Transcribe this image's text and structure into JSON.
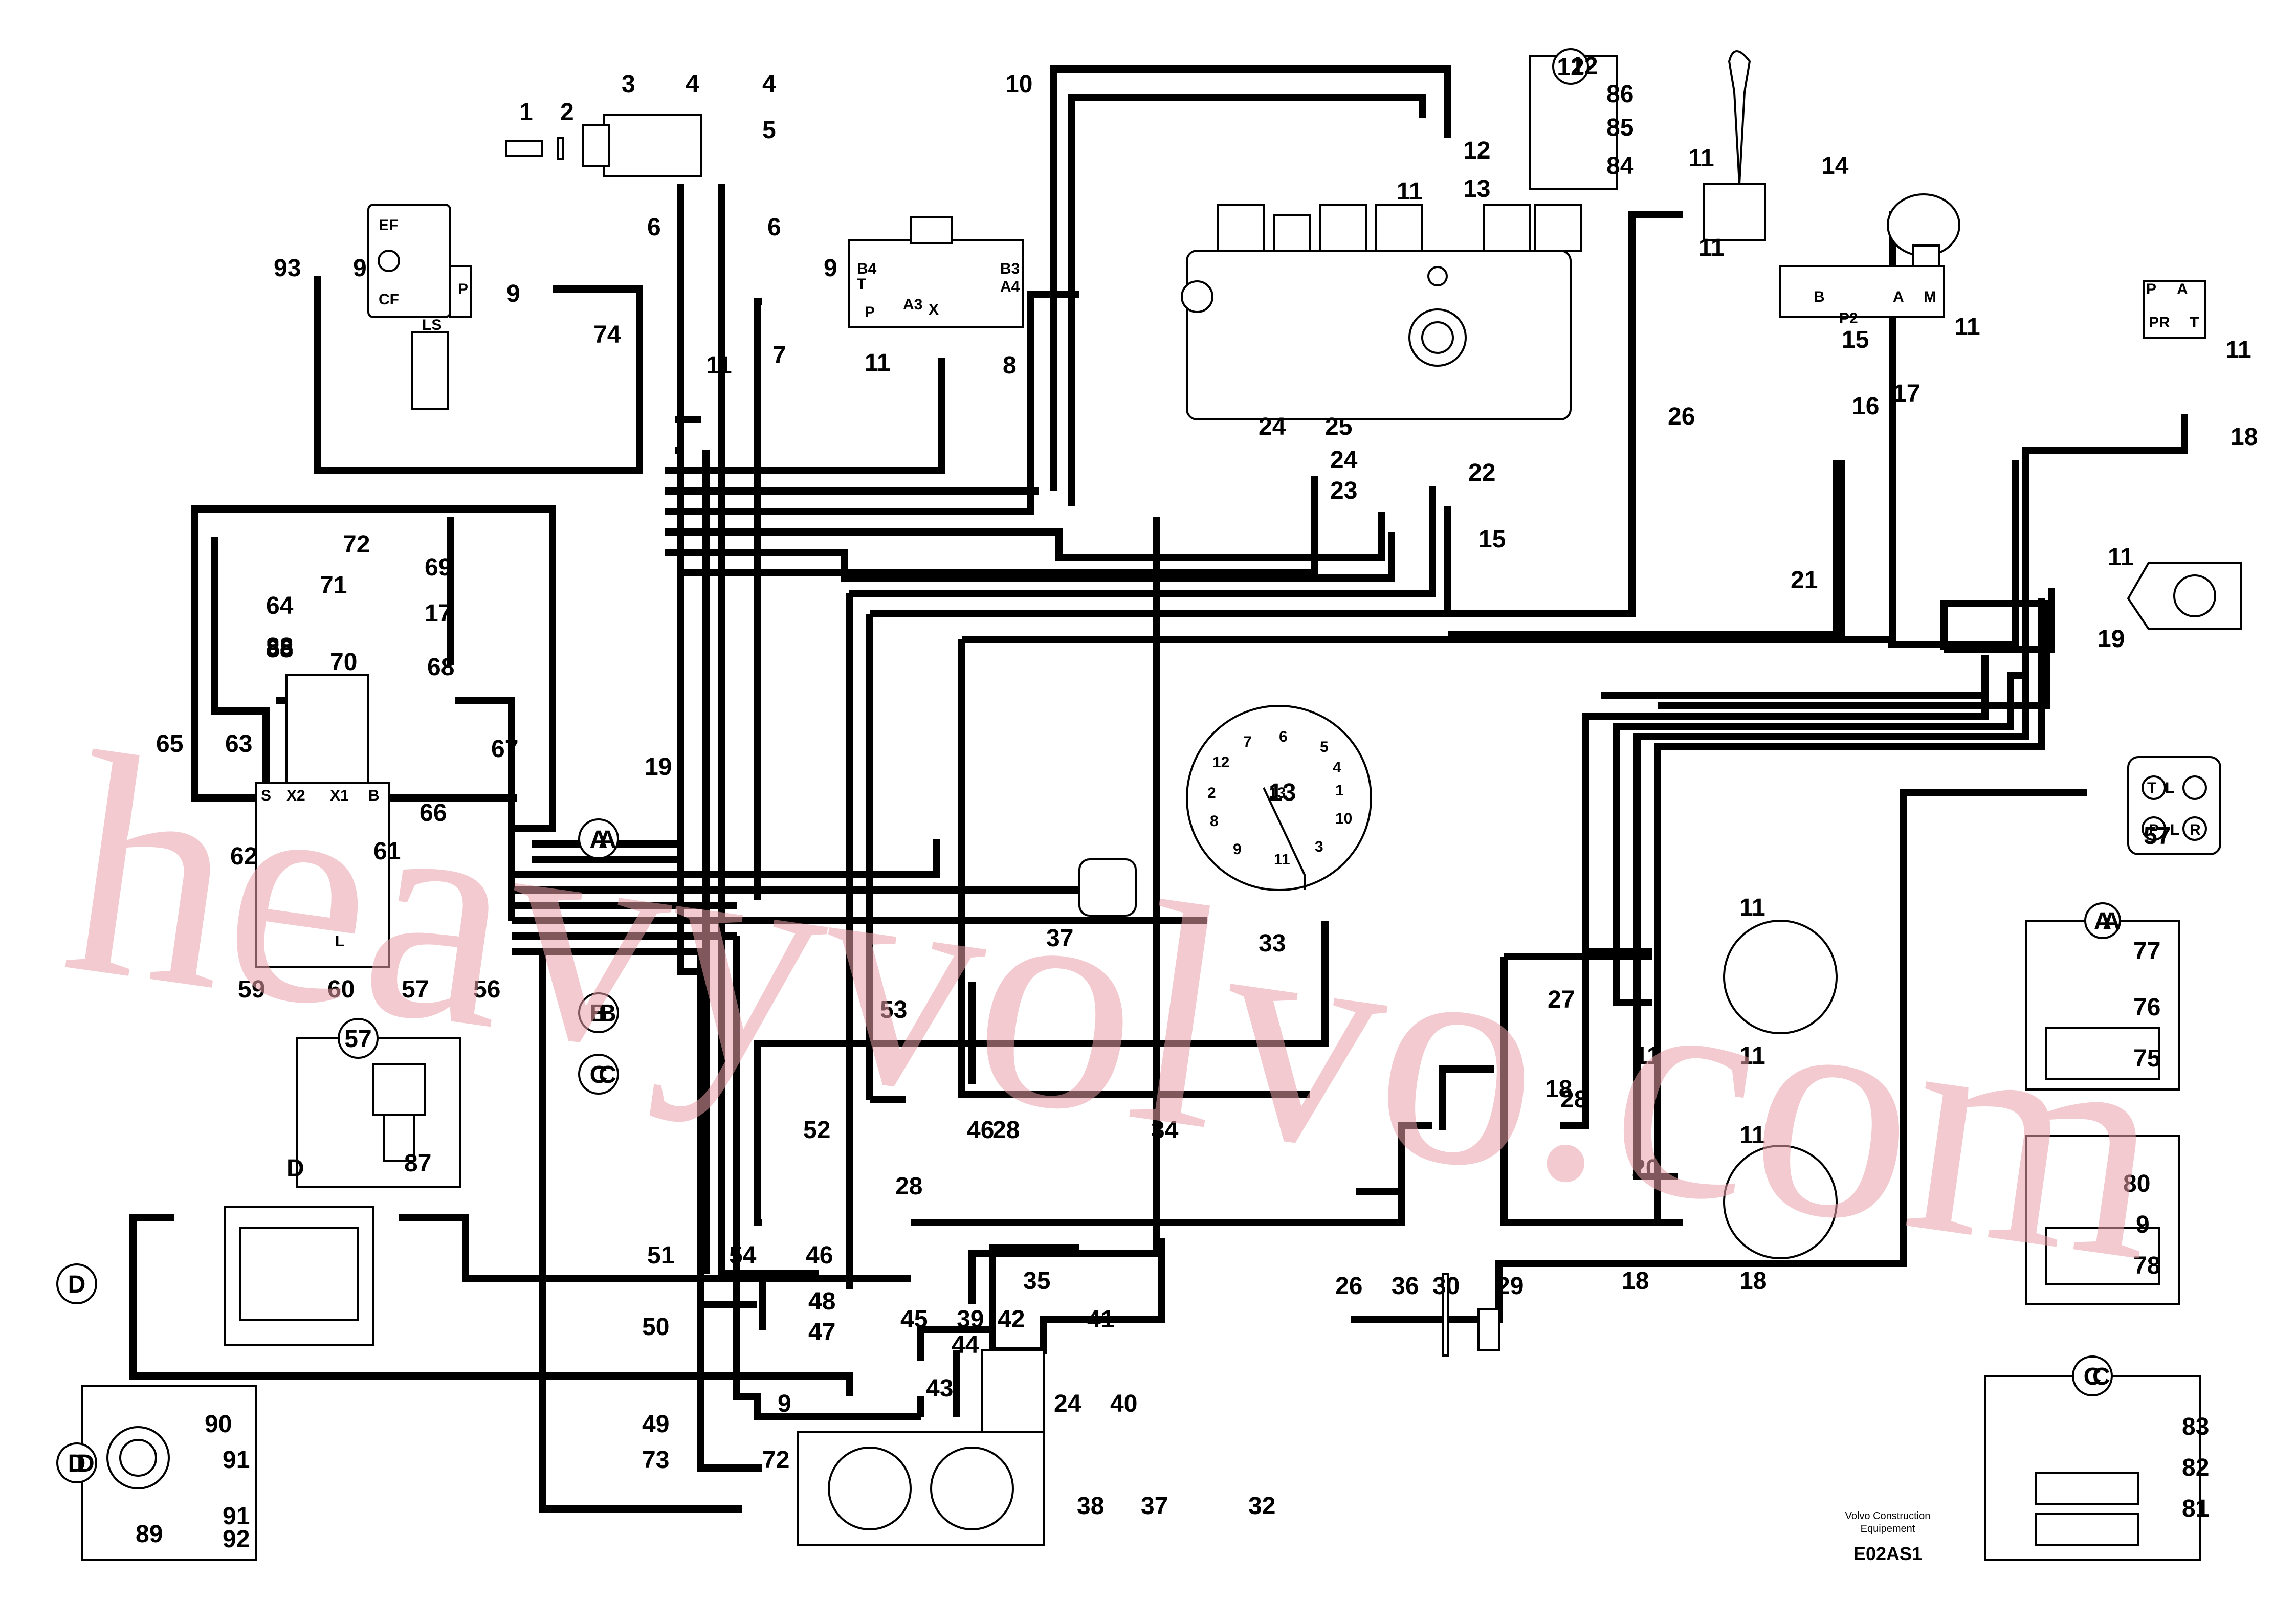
{
  "diagram": {
    "refs": [
      "1",
      "2",
      "3",
      "4",
      "4",
      "5",
      "6",
      "6",
      "93",
      "9",
      "9",
      "74",
      "7",
      "8",
      "9",
      "10",
      "11",
      "11",
      "11",
      "12",
      "12",
      "13",
      "86",
      "85",
      "84",
      "11",
      "14",
      "11",
      "11",
      "15",
      "16",
      "17",
      "11",
      "18",
      "24",
      "25",
      "24",
      "23",
      "22",
      "15",
      "26",
      "21",
      "11",
      "19",
      "65",
      "63",
      "64",
      "88",
      "88",
      "71",
      "72",
      "69",
      "17",
      "70",
      "68",
      "67",
      "66",
      "62",
      "61",
      "60",
      "59",
      "57",
      "56",
      "19",
      "A",
      "B",
      "C",
      "37",
      "33",
      "13",
      "46",
      "28",
      "53",
      "52",
      "46",
      "28",
      "34",
      "51",
      "54",
      "48",
      "47",
      "50",
      "49",
      "73",
      "72",
      "9",
      "45",
      "39",
      "44",
      "43",
      "42",
      "41",
      "40",
      "24",
      "35",
      "38",
      "37",
      "32",
      "36",
      "30",
      "29",
      "26",
      "18",
      "27",
      "28",
      "18",
      "11",
      "11",
      "11",
      "11",
      "18",
      "20",
      "57",
      "87",
      "D",
      "90",
      "91",
      "91",
      "D",
      "89",
      "92",
      "77",
      "76",
      "75",
      "A",
      "9",
      "78",
      "80",
      "C",
      "83",
      "82",
      "81"
    ],
    "inset_labels": {
      "a": "A",
      "b": "B",
      "c": "C",
      "d": "D",
      "n12": "12",
      "n57": "57"
    },
    "port_labels": [
      "EF",
      "CF",
      "LS",
      "P",
      "B4",
      "T",
      "P",
      "A3",
      "X",
      "B3",
      "A4",
      "B",
      "P2",
      "A",
      "M",
      "P",
      "A",
      "PR",
      "T",
      "S",
      "X2",
      "X1",
      "B",
      "L",
      "L",
      "T",
      "L",
      "P",
      "R"
    ],
    "dial_numbers": [
      "7",
      "6",
      "5",
      "12",
      "4",
      "2",
      "1",
      "8",
      "10",
      "9",
      "11",
      "3",
      "13"
    ],
    "footer": {
      "brand_line1": "Volvo Construction",
      "brand_line2": "Equipement",
      "code": "E02AS1"
    },
    "watermark": "heavyvolvo.com"
  }
}
